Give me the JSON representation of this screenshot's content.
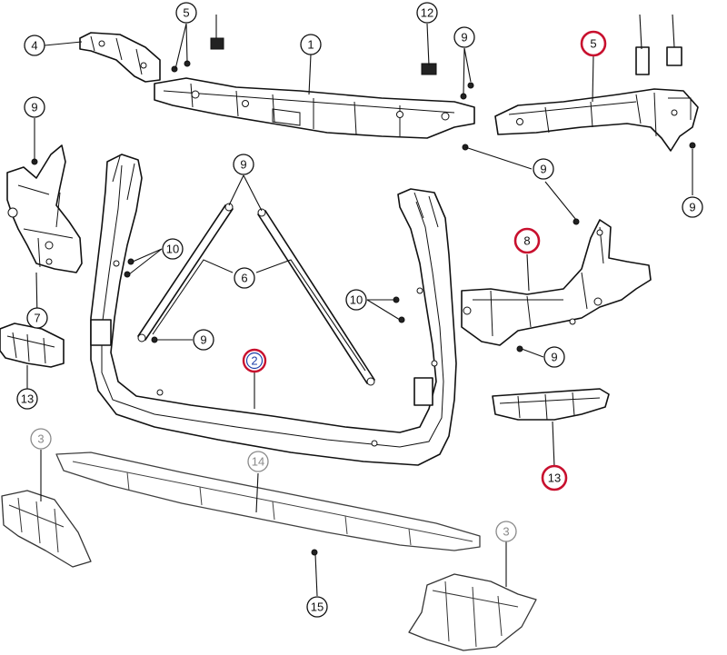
{
  "callouts": [
    {
      "id": "c1",
      "label": "1"
    },
    {
      "id": "c2",
      "label": "2"
    },
    {
      "id": "c3a",
      "label": "3"
    },
    {
      "id": "c3b",
      "label": "3"
    },
    {
      "id": "c4",
      "label": "4"
    },
    {
      "id": "c5a",
      "label": "5"
    },
    {
      "id": "c5b",
      "label": "5"
    },
    {
      "id": "c6",
      "label": "6"
    },
    {
      "id": "c7",
      "label": "7"
    },
    {
      "id": "c8",
      "label": "8"
    },
    {
      "id": "c9a",
      "label": "9"
    },
    {
      "id": "c9b",
      "label": "9"
    },
    {
      "id": "c9c",
      "label": "9"
    },
    {
      "id": "c9d",
      "label": "9"
    },
    {
      "id": "c9e",
      "label": "9"
    },
    {
      "id": "c9f",
      "label": "9"
    },
    {
      "id": "c9g",
      "label": "9"
    },
    {
      "id": "c10a",
      "label": "10"
    },
    {
      "id": "c10b",
      "label": "10"
    },
    {
      "id": "c12",
      "label": "12"
    },
    {
      "id": "c13a",
      "label": "13"
    },
    {
      "id": "c13b",
      "label": "13"
    },
    {
      "id": "c14",
      "label": "14"
    },
    {
      "id": "c15",
      "label": "15"
    }
  ],
  "colors": {
    "line": "#111111",
    "highlight_red": "#c8102e",
    "highlight_blue": "#1f3fa8",
    "faded_grey": "#8a8a8a"
  }
}
